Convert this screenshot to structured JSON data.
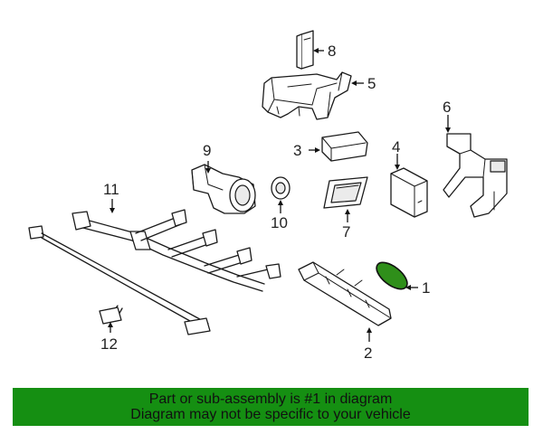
{
  "callouts": {
    "c1": "1",
    "c2": "2",
    "c3": "3",
    "c4": "4",
    "c5": "5",
    "c6": "6",
    "c7": "7",
    "c8": "8",
    "c9": "9",
    "c10": "10",
    "c11": "11",
    "c12": "12"
  },
  "highlight_part": "1",
  "colors": {
    "highlight": "#2f8f1a",
    "banner": "#158f12",
    "line": "#1a1a1a"
  },
  "banner": {
    "line1": "Part or sub-assembly is #1 in diagram",
    "line2": "Diagram may not be specific to your vehicle"
  }
}
